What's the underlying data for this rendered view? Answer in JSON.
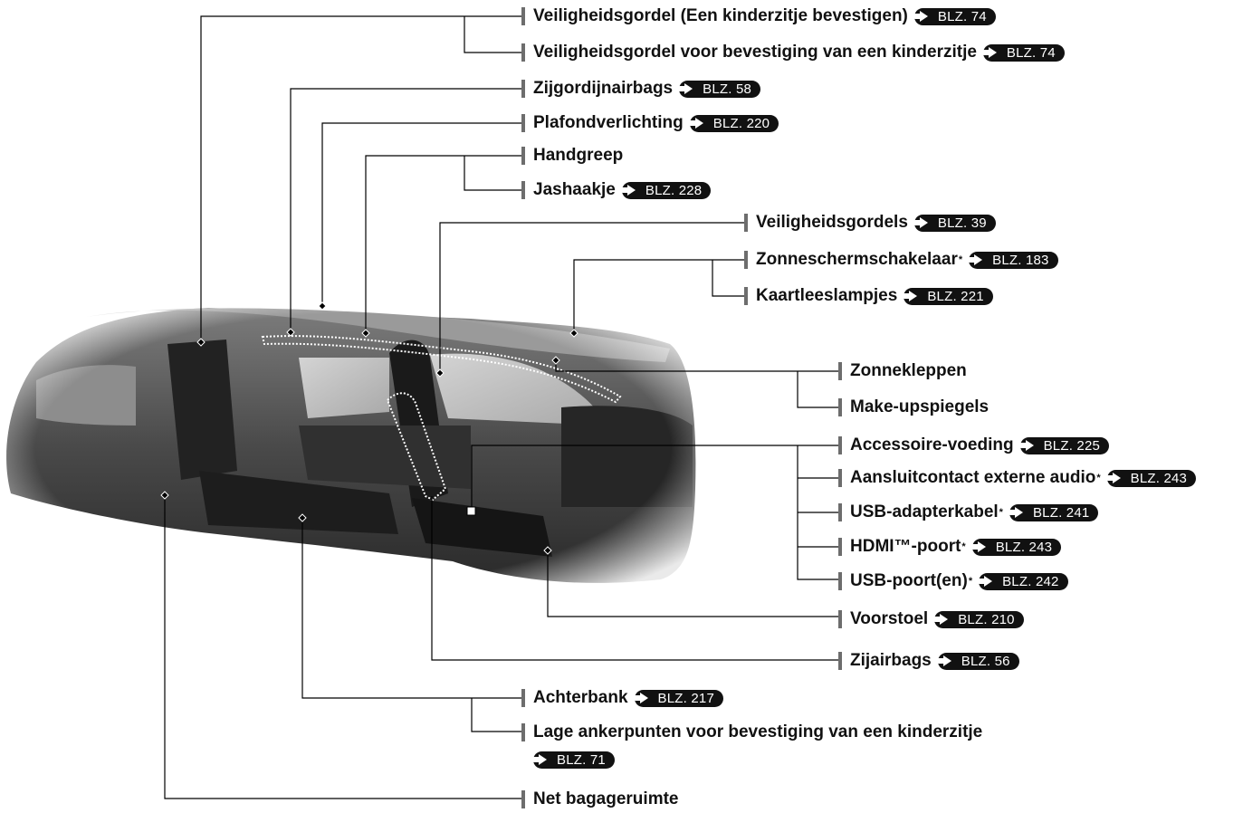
{
  "colors": {
    "text": "#111111",
    "badge_bg": "#111111",
    "badge_text": "#ffffff",
    "leader": "#000000"
  },
  "ref_icon": "arrow-right-icon",
  "callouts": [
    {
      "key": "c01",
      "label": "Veiligheidsgordel (Een kinderzitje bevestigen)",
      "ref": "BLZ. 74"
    },
    {
      "key": "c02",
      "label": "Veiligheidsgordel voor bevestiging van een kinderzitje",
      "ref": "BLZ. 74"
    },
    {
      "key": "c03",
      "label": "Zijgordijnairbags",
      "ref": "BLZ. 58"
    },
    {
      "key": "c04",
      "label": "Plafondverlichting",
      "ref": "BLZ. 220"
    },
    {
      "key": "c05",
      "label": "Handgreep"
    },
    {
      "key": "c06",
      "label": "Jashaakje",
      "ref": "BLZ. 228"
    },
    {
      "key": "c07",
      "label": "Veiligheidsgordels",
      "ref": "BLZ. 39"
    },
    {
      "key": "c08",
      "label": "Zonneschermschakelaar",
      "sup": "*",
      "ref": "BLZ. 183"
    },
    {
      "key": "c09",
      "label": "Kaartleeslampjes",
      "ref": "BLZ. 221"
    },
    {
      "key": "c10",
      "label": "Zonnekleppen"
    },
    {
      "key": "c11",
      "label": "Make-upspiegels"
    },
    {
      "key": "c12",
      "label": "Accessoire-voeding",
      "ref": "BLZ. 225"
    },
    {
      "key": "c13",
      "label": "Aansluitcontact externe audio",
      "sup": "*",
      "ref": "BLZ. 243"
    },
    {
      "key": "c14",
      "label": "USB-adapterkabel",
      "sup": "*",
      "ref": "BLZ. 241"
    },
    {
      "key": "c15",
      "label": "HDMI™-poort",
      "sup": "*",
      "ref": "BLZ. 243"
    },
    {
      "key": "c16",
      "label": "USB-poort(en)",
      "sup": "*",
      "ref": "BLZ. 242"
    },
    {
      "key": "c17",
      "label": "Voorstoel",
      "ref": "BLZ. 210"
    },
    {
      "key": "c18",
      "label": "Zijairbags",
      "ref": "BLZ. 56"
    },
    {
      "key": "c19",
      "label": "Achterbank",
      "ref": "BLZ. 217"
    },
    {
      "key": "c20",
      "label": "Lage ankerpunten voor bevestiging van een kinderzitje"
    },
    {
      "key": "c21",
      "ref": "BLZ. 71"
    },
    {
      "key": "c22",
      "label": "Net bagageruimte"
    }
  ]
}
